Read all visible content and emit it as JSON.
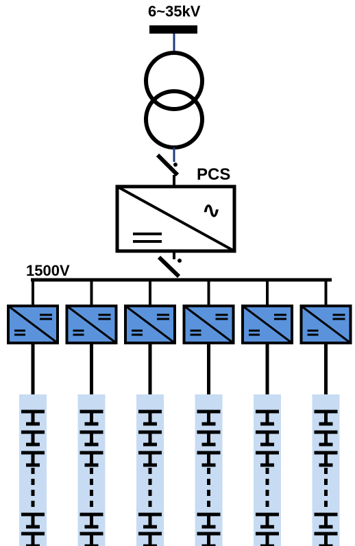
{
  "labels": {
    "grid_voltage": "6~35kV",
    "pcs": "PCS",
    "dc_bus_voltage": "1500V"
  },
  "pcs_symbols": {
    "ac": "∿"
  },
  "dc_dc_converter_count": 6,
  "battery_cells_per_string": 6,
  "colors": {
    "line": "#000000",
    "converter_fill": "#5a93dc",
    "battery_fill": "#c7dbf3",
    "transformer_lead": "#1f3d7a"
  }
}
